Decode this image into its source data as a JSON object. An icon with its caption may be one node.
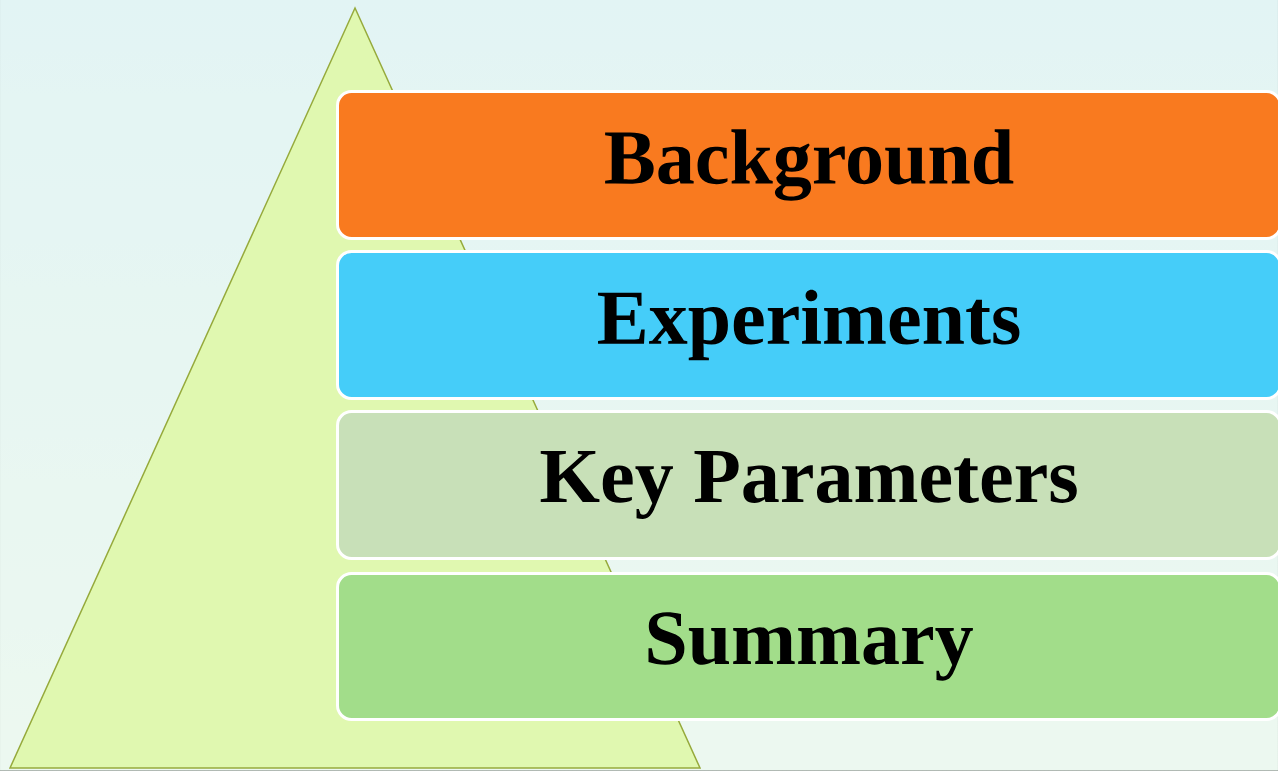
{
  "diagram": {
    "nodes": [
      {
        "text": [],
        "shape": "triangle"
      },
      {
        "text": [
          "Background"
        ]
      },
      {
        "text": [
          "Experiments"
        ]
      },
      {
        "text": [
          "Key Parameters"
        ]
      },
      {
        "text": [
          "Summary"
        ]
      }
    ]
  }
}
